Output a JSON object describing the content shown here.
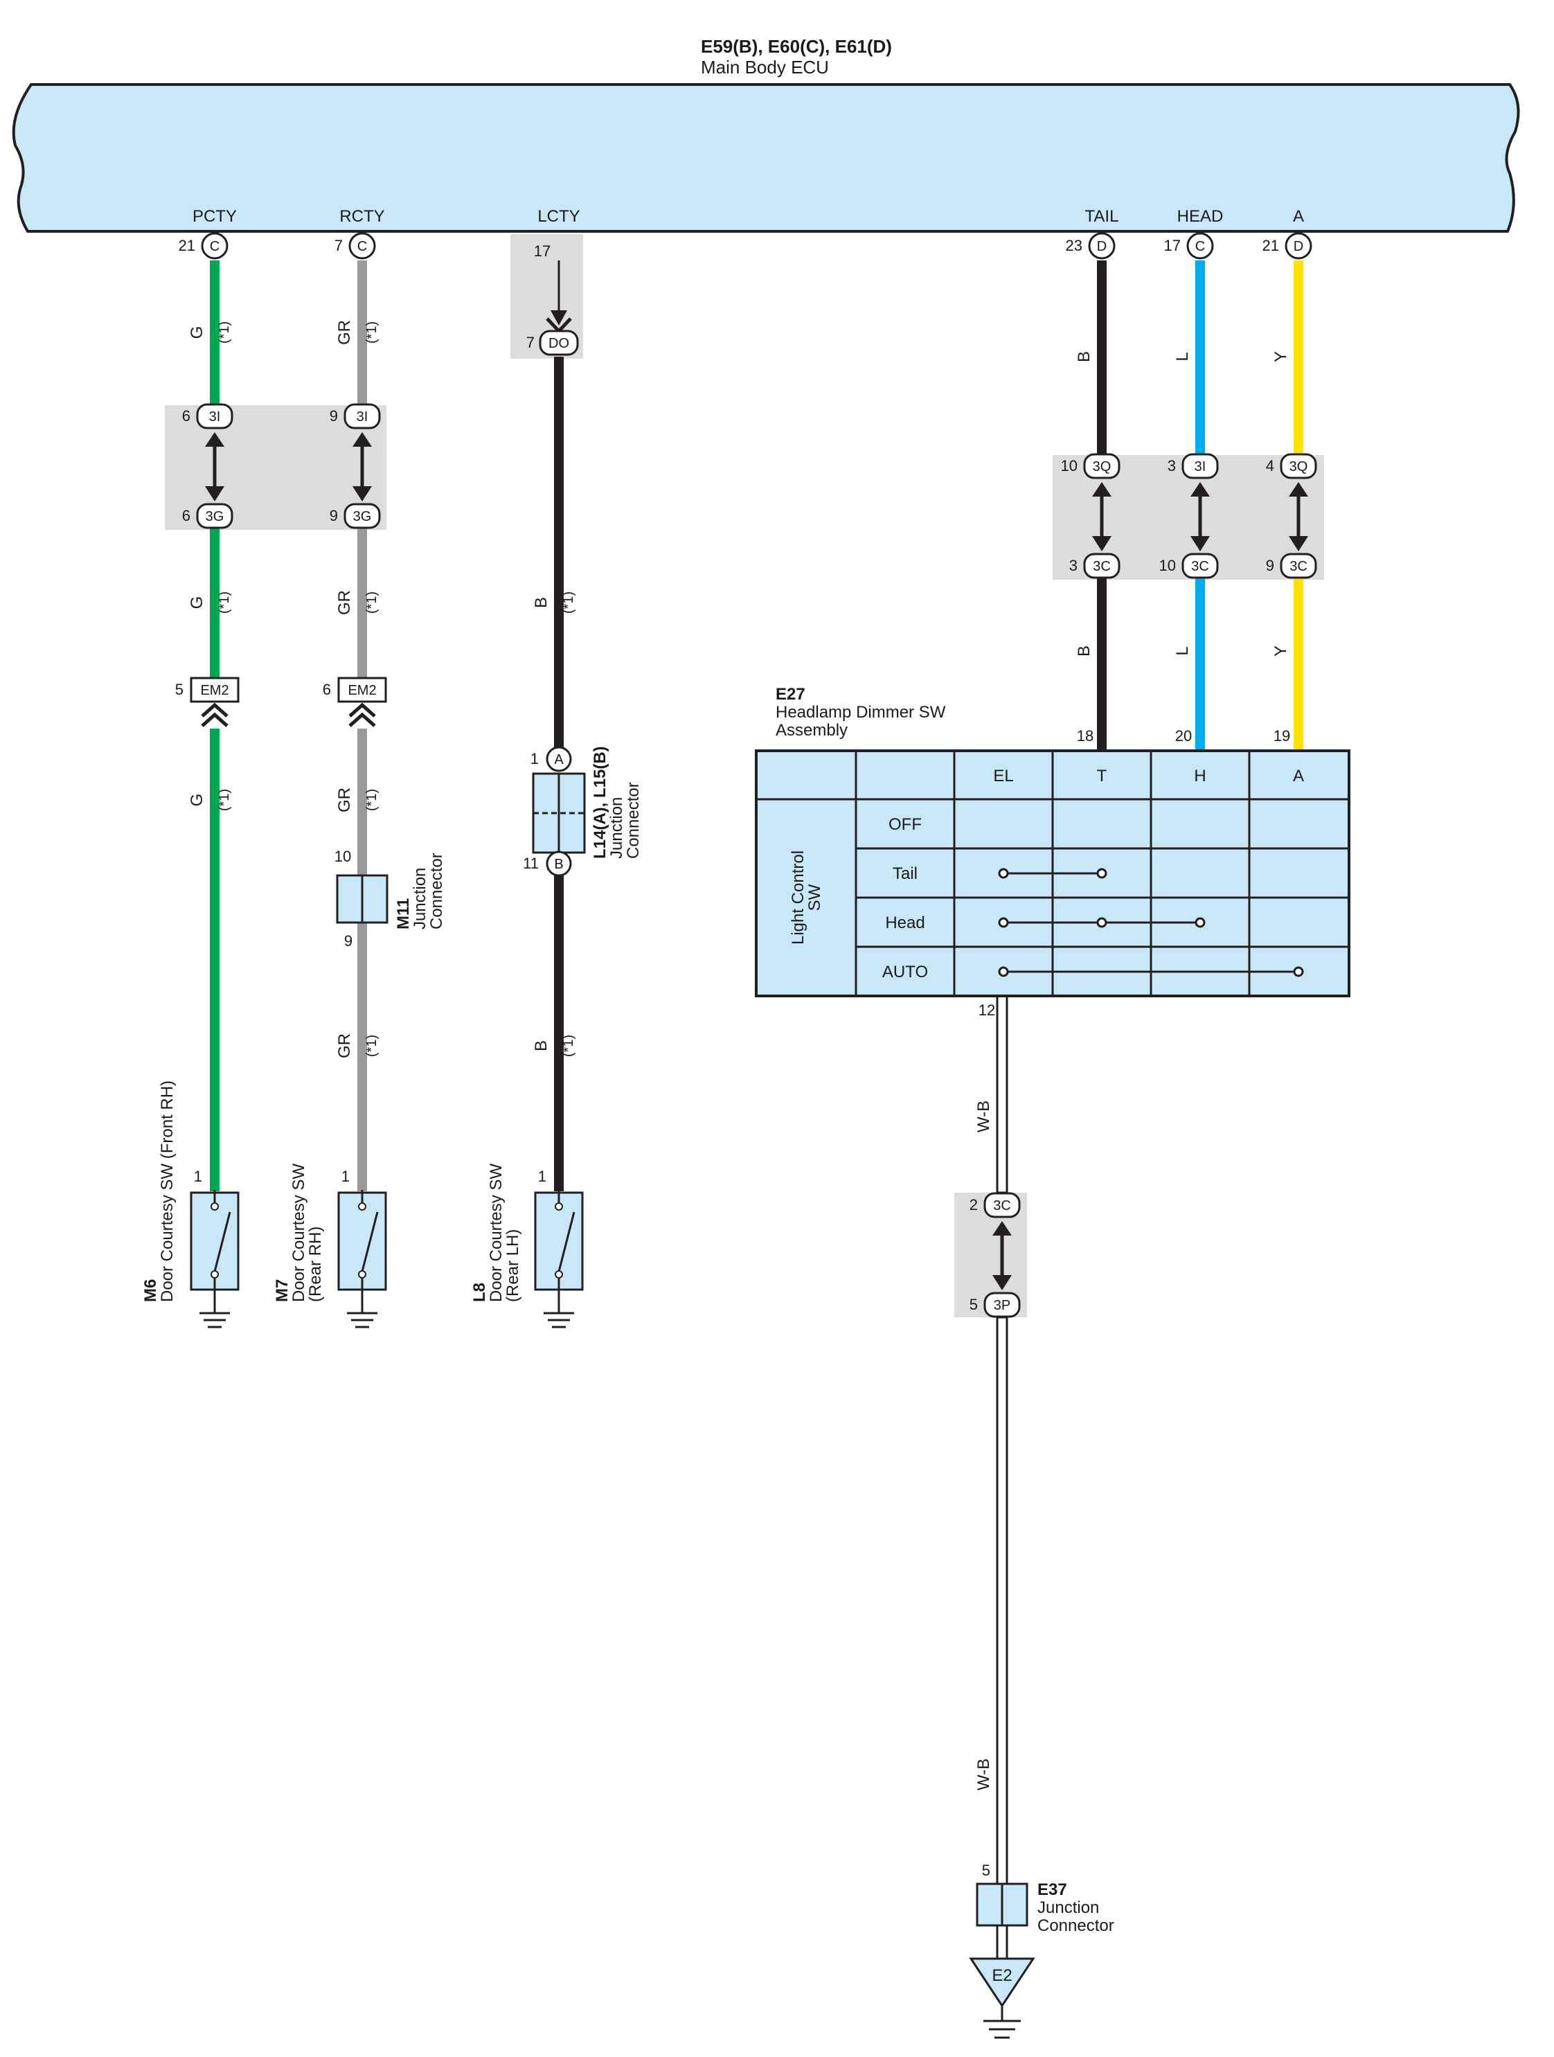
{
  "ecu": {
    "codes": "E59(B), E60(C), E61(D)",
    "name": "Main Body ECU",
    "terminals": {
      "pcty": {
        "label": "PCTY",
        "pin": "21",
        "plug": "C"
      },
      "rcty": {
        "label": "RCTY",
        "pin": "7",
        "plug": "C"
      },
      "lcty": {
        "label": "LCTY",
        "pin": "17"
      },
      "tail": {
        "label": "TAIL",
        "pin": "23",
        "plug": "D"
      },
      "head": {
        "label": "HEAD",
        "pin": "17",
        "plug": "C"
      },
      "a": {
        "label": "A",
        "pin": "21",
        "plug": "D"
      }
    }
  },
  "wires": {
    "colors": {
      "G": "#00a651",
      "GR": "#999999",
      "B": "#231f20",
      "L": "#00aeef",
      "Y": "#ffe000",
      "W-B": "#ffffff"
    },
    "labels": {
      "g": "G",
      "gr": "GR",
      "b": "B",
      "l": "L",
      "y": "Y",
      "wb": "W-B"
    },
    "note": "(*1)"
  },
  "junctions": {
    "c3I_pcty": {
      "pin": "6",
      "plug": "3I"
    },
    "c3G_pcty": {
      "pin": "6",
      "plug": "3G"
    },
    "c3I_rcty": {
      "pin": "9",
      "plug": "3I"
    },
    "c3G_rcty": {
      "pin": "9",
      "plug": "3G"
    },
    "cDO": {
      "pin": "7",
      "plug": "DO"
    },
    "c3Q_tail": {
      "pin": "10",
      "plug": "3Q"
    },
    "c3C_tail": {
      "pin": "3",
      "plug": "3C"
    },
    "c3I_head": {
      "pin": "3",
      "plug": "3I"
    },
    "c3C_head": {
      "pin": "10",
      "plug": "3C"
    },
    "c3Q_a": {
      "pin": "4",
      "plug": "3Q"
    },
    "c3C_a": {
      "pin": "9",
      "plug": "3C"
    },
    "c3C_wb": {
      "pin": "2",
      "plug": "3C"
    },
    "c3P_wb": {
      "pin": "5",
      "plug": "3P"
    }
  },
  "em2": {
    "pcty": {
      "pin": "5",
      "label": "EM2"
    },
    "rcty": {
      "pin": "6",
      "label": "EM2"
    }
  },
  "m11": {
    "code": "M11",
    "name_line1": "Junction",
    "name_line2": "Connector",
    "pin_top": "10",
    "pin_bottom": "9"
  },
  "l14": {
    "code": "L14(A), L15(B)",
    "name_line1": "Junction",
    "name_line2": "Connector",
    "pin_top": "1",
    "plug_top": "A",
    "pin_bottom": "11",
    "plug_bottom": "B"
  },
  "switches": {
    "m6": {
      "code": "M6",
      "name_line1": "Door Courtesy SW (Front RH)",
      "name_line2": "",
      "pin": "1"
    },
    "m7": {
      "code": "M7",
      "name_line1": "Door Courtesy SW",
      "name_line2": "(Rear RH)",
      "pin": "1"
    },
    "l8": {
      "code": "L8",
      "name_line1": "Door Courtesy SW",
      "name_line2": "(Rear LH)",
      "pin": "1"
    }
  },
  "e27": {
    "code": "E27",
    "name_line1": "Headlamp Dimmer SW",
    "name_line2": "Assembly",
    "pins": {
      "t": "18",
      "h": "20",
      "a": "19",
      "el": "12"
    },
    "columns": [
      "EL",
      "T",
      "H",
      "A"
    ],
    "rows": [
      "OFF",
      "Tail",
      "Head",
      "AUTO"
    ],
    "side_label_line1": "Light Control",
    "side_label_line2": "SW"
  },
  "e37": {
    "code": "E37",
    "name_line1": "Junction",
    "name_line2": "Connector",
    "pin": "5"
  },
  "ground": {
    "label": "E2"
  }
}
